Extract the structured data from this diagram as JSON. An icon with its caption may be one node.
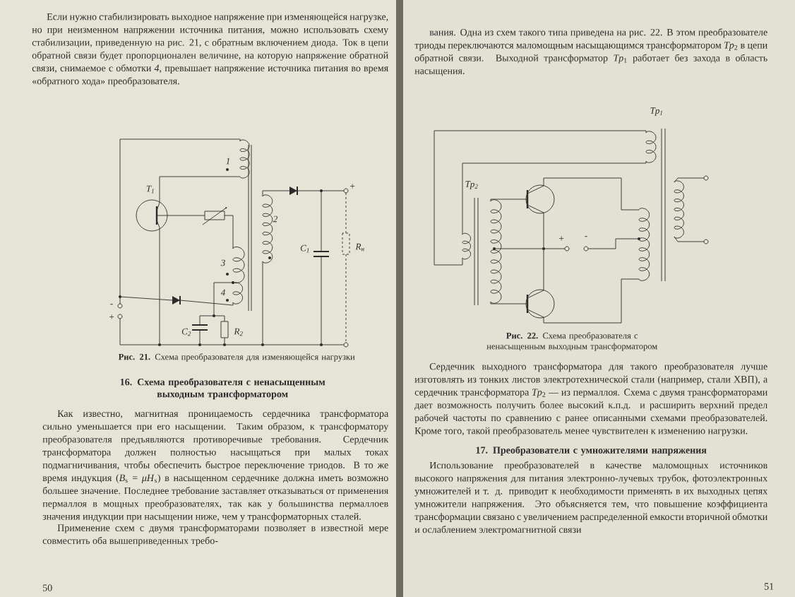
{
  "diagram": {
    "labels": [
      "Если нужно стабилизировать выходное напряжение при изменяющейся нагрузке, но при неизменном напряжении источника питания, можно использовать схему стабилизации, приведенную на рис. 21, с обратным включением диода. Ток в цепи обратной связи будет пропорционален величине, на которую напряжение обратной связи, снимаемое с обмотки *4*, превышает напряжение источника питания во время «обратного хода» преобразователя.",
      "1",
      "T$_{1}$",
      "2",
      "+",
      "C$_{1}$",
      "R$_{н}$",
      "3",
      "4",
      "-",
      "+",
      "C$_{2}$",
      "R$_{2}$",
      "**Рис. 21.** Схема преобразователя для изменяющейся нагрузки",
      "16. Схема преобразователя с ненасыщенным выходным трансформатором",
      "Как известно, магнитная проницаемость сердечника трансформатора сильно уменьшается при его насыщении. Таким образом, к трансформатору преобразователя предъявляются противоречивые требования. Сердечник трансформатора должен полностью насыщаться при малых токах подмагничивания, чтобы обеспечить быстрое переключение триодов. В то же время индукция (*B*$_{s}$ = *μH*$_{s}$) в насыщенном сердечнике должна иметь возможно большее значение. Последнее требование заставляет отказываться от применения пермаллоя в мощных преобразователях, так как у большинства пермаллоев значения индукции при насыщении ниже, чем у трансформаторных сталей.",
      "Применение схем с двумя трансформаторами позволяет в известной мере совместить оба вышеприведенных требо-",
      "50",
      "вания. Одна из схем такого типа приведена на рис. 22. В этом преобразователе триоды переключаются маломощным насыщающимся трансформатором *Tp*$_{2}$ в цепи обратной связи. Выходной трансформатор *Tp*$_{1}$ работает без захода в область насыщения.",
      "Tp$_{1}$",
      "Tp$_{2}$",
      "+",
      "-",
      "**Рис. 22.** Схема преобразователя с ненасыщенным выходным трансформатором",
      "Сердечник выходного трансформатора для такого преобразователя лучше изготовлять из тонких листов электротехнической стали (например, стали ХВП), а сердечник трансформатора *Tp*$_{2}$ — из пермаллоя. Схема с двумя трансформаторами дает возможность получить более высокий к.п.д. и расширить верхний предел рабочей частоты по сравнению с ранее описанными схемами преобразователей. Кроме того, такой преобразователь менее чувствителен к изменению нагрузки.",
      "17. Преобразователи с умножителями напряжения",
      "Использование преобразователей в качестве маломощных источников высокого напряжения для питания электронно-лучевых трубок, фотоэлектронных умножителей и т. д. приводит к необходимости применять в их выходных цепях умножители напряжения. Это объясняется тем, что повышение коэффициента трансформации связано с увеличением распределенной емкости вторичной обмотки и ослаблением электромагнитной связи",
      "51"
    ]
  }
}
